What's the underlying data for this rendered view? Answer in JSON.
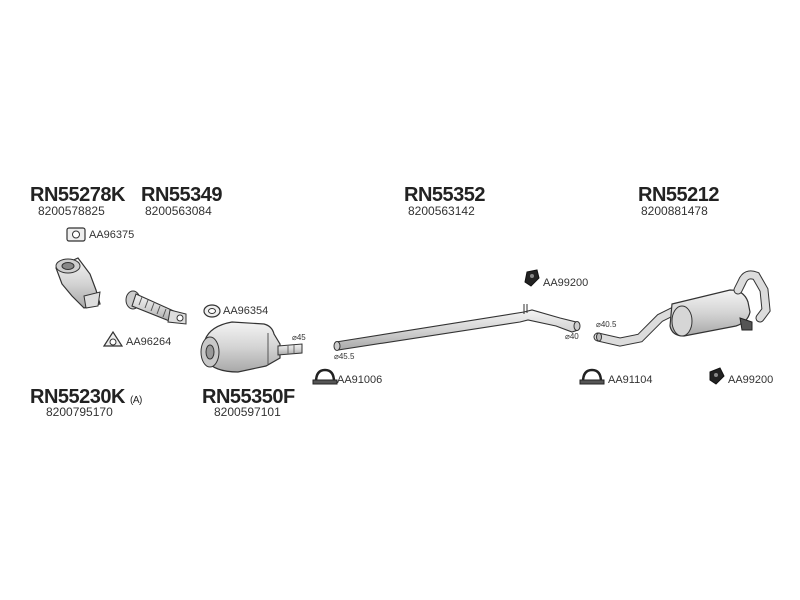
{
  "parts": {
    "rn55278k": {
      "code": "RN55278K",
      "oem": "8200578825"
    },
    "rn55349": {
      "code": "RN55349",
      "oem": "8200563084"
    },
    "rn55352": {
      "code": "RN55352",
      "oem": "8200563142"
    },
    "rn55212": {
      "code": "RN55212",
      "oem": "8200881478"
    },
    "rn55230k": {
      "code": "RN55230K",
      "suffix": "(A)",
      "oem": "8200795170"
    },
    "rn55350f": {
      "code": "RN55350F",
      "oem": "8200597101"
    }
  },
  "accessories": {
    "aa96375": "AA96375",
    "aa96354": "AA96354",
    "aa96264": "AA96264",
    "aa91006": "AA91006",
    "aa99200_top": "AA99200",
    "aa91104": "AA91104",
    "aa99200_right": "AA99200"
  },
  "diameters": {
    "d45": "⌀45",
    "d45_5": "⌀45.5",
    "d40_5": "⌀40.5",
    "d40": "⌀40"
  },
  "colors": {
    "line": "#333333",
    "fill": "#e2e2e2",
    "shade": "#bdbdbd"
  }
}
